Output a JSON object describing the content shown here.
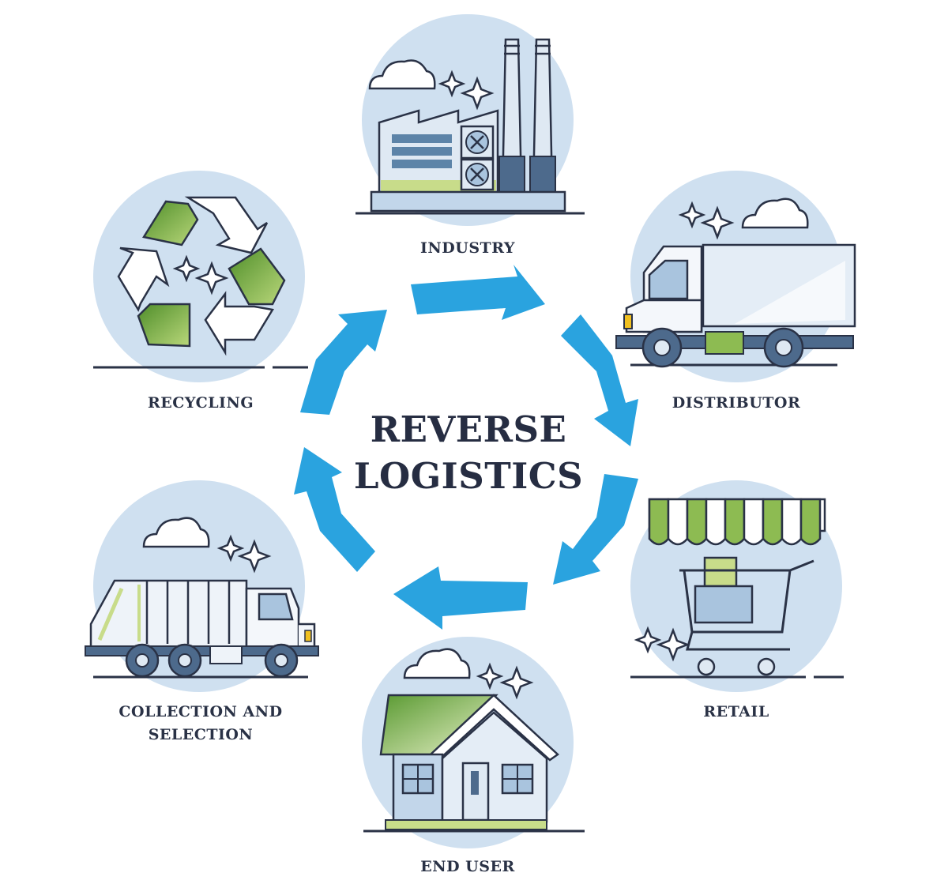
{
  "title": {
    "line1": "REVERSE",
    "line2": "LOGISTICS"
  },
  "stages": {
    "industry": "INDUSTRY",
    "distributor": "DISTRIBUTOR",
    "retail": "RETAIL",
    "end_user": "END USER",
    "collection_line1": "COLLECTION AND",
    "collection_line2": "SELECTION",
    "recycling": "RECYCLING"
  },
  "colors": {
    "circle_fill": "#cfe0f0",
    "arrow": "#2aa3df",
    "outline": "#2a3246",
    "accent_green": "#7fb23f",
    "light_green": "#c8dc8a",
    "panel_blue": "#a9c4de"
  },
  "icons": {
    "industry": "factory-icon",
    "distributor": "delivery-truck-icon",
    "retail": "shopping-cart-awning-icon",
    "end_user": "house-icon",
    "collection": "garbage-truck-icon",
    "recycling": "recycle-symbol-icon"
  }
}
